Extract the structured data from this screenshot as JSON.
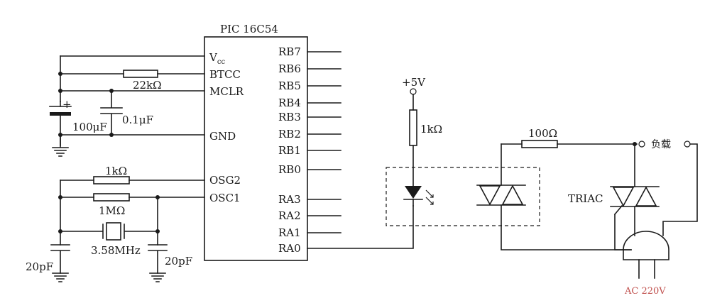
{
  "chip": {
    "title": "PIC 16C54",
    "left_pins": {
      "vcc": "V",
      "vcc_sub": "cc",
      "rtcc": "BTCC",
      "mclr": "MCLR",
      "gnd": "GND",
      "osc2": "OSG2",
      "osc1": "OSC1"
    },
    "right_pins": [
      "RB7",
      "RB6",
      "RB5",
      "RB4",
      "RB3",
      "RB2",
      "RB1",
      "RB0",
      "RA3",
      "RA2",
      "RA1",
      "RA0"
    ]
  },
  "components": {
    "r_mclr": "22kΩ",
    "c_electrolytic": "100μF",
    "c_decoupling": "0.1μF",
    "r_osc2": "1kΩ",
    "r_osc1": "1MΩ",
    "crystal": "3.58MHz",
    "c_osc_left": "20pF",
    "c_osc_right": "20pF",
    "supply": "+5V",
    "r_led": "1kΩ",
    "r_gate": "100Ω",
    "triac": "TRIAC",
    "load": "负载",
    "mains": "AC 220V"
  }
}
